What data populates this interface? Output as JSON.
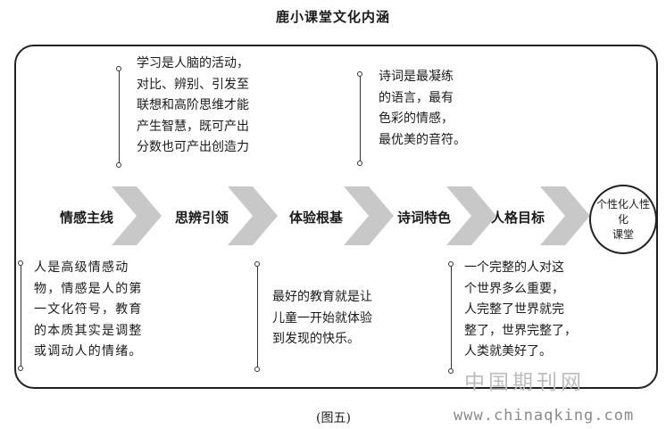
{
  "title": "鹿小课堂文化内涵",
  "stages": [
    "情感主线",
    "思辨引领",
    "体验根基",
    "诗词特色",
    "人格目标"
  ],
  "goal": "个性化人性化\n课堂",
  "notes_top": [
    "学习是人脑的活动，\n对比、辨别、引发至\n联想和高阶思维才能\n产生智慧，既可产出\n分数也可产出创造力",
    "诗词是最凝练\n的语言，最有\n色彩的情感，\n最优美的音符。"
  ],
  "notes_bottom": [
    "人是高级情感动\n物，情感是人的第\n一文化符号，教育\n的本质其实是调整\n或调动人的情绪。",
    "最好的教育就是让\n儿童一开始就体验\n到发现的快乐。",
    "一个完整的人对这\n个世界多么重要，\n人完整了世界就完\n整了，世界完整了，\n人类就美好了。"
  ],
  "caption": "(图五)",
  "watermark": "中国期刊网",
  "url": "www.chinaqking.com",
  "colors": {
    "chevron": "#c8c8c8",
    "line": "#333333"
  }
}
